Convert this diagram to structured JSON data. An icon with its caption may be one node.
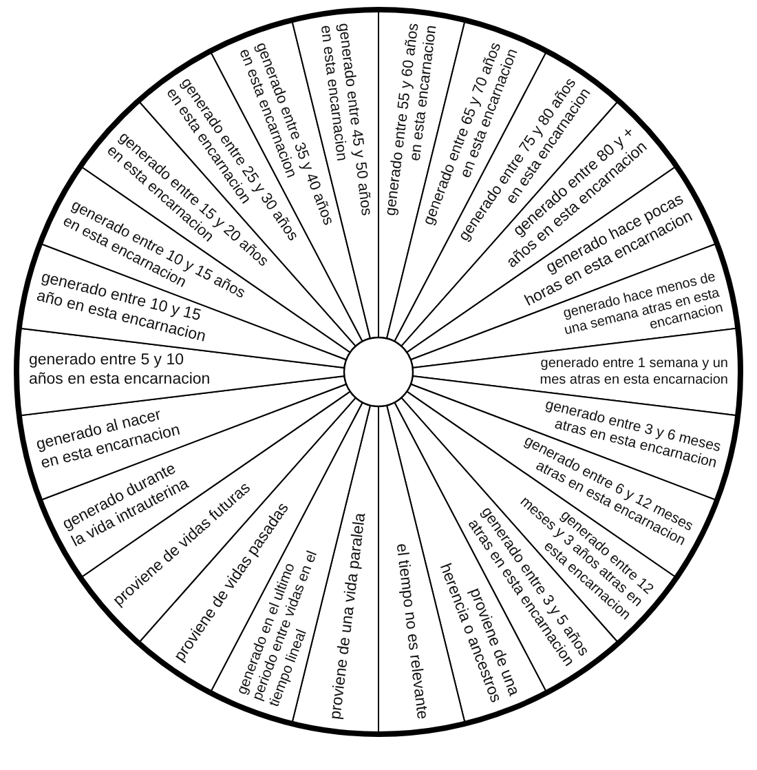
{
  "diagram": {
    "nodes": [
      {
        "text": [
          "generado entre 55 y 60 años en esta encarnacion"
        ]
      },
      {
        "text": [
          "generado entre 65 y 70 años en esta encarnacion"
        ]
      },
      {
        "text": [
          "generado entre 75 y 80 años en esta encarnacion"
        ]
      },
      {
        "text": [
          "generado entre 80 y + años en esta encarnacion"
        ]
      },
      {
        "text": [
          "generado hace pocas horas en esta encarnacion"
        ]
      },
      {
        "text": [
          "generado hace menos de una semana atras en esta encarnacion"
        ]
      },
      {
        "text": [
          "generado entre 1 semana y un mes atras en esta encarnacion"
        ]
      },
      {
        "text": [
          "generado entre 3 y 6 meses atras en esta encarnacion"
        ]
      },
      {
        "text": [
          "generado entre 6 y 12 meses atras en esta encarnacion"
        ]
      },
      {
        "text": [
          "generado entre 12 meses y 3 años atras en esta encarnacion"
        ]
      },
      {
        "text": [
          "generado entre 3 y 5 años atras en esta encarnacion"
        ]
      },
      {
        "text": [
          "proviene de una herencia o ancestros"
        ]
      },
      {
        "text": [
          "el tiempo no es relevante"
        ]
      },
      {
        "text": [
          "proviene de una vida paralela"
        ]
      },
      {
        "text": [
          "generado en el ultimo periodo entre vidas en el tiempo lineal"
        ]
      },
      {
        "text": [
          "proviene de vidas pasadas"
        ]
      },
      {
        "text": [
          "proviene de vidas futuras"
        ]
      },
      {
        "text": [
          "generado durante la vida intrauterina"
        ]
      },
      {
        "text": [
          "generado al nacer en esta encarnacion"
        ]
      },
      {
        "text": [
          "generado entre 5 y 10 años en esta encarnacion"
        ]
      },
      {
        "text": [
          "generado entre 10 y 15 año en esta encarnacion"
        ]
      },
      {
        "text": [
          "generado entre 10 y 15 años en esta encarnacion"
        ]
      },
      {
        "text": [
          "generado entre 15 y 20 años en esta encarnacion"
        ]
      },
      {
        "text": [
          "generado entre 25 y 30 años en esta encarnacion"
        ]
      },
      {
        "text": [
          "generado entre 35 y 40 años en esta encarnacion"
        ]
      },
      {
        "text": [
          "generado entre 45 y 50 años en esta encarnacion"
        ]
      }
    ]
  }
}
